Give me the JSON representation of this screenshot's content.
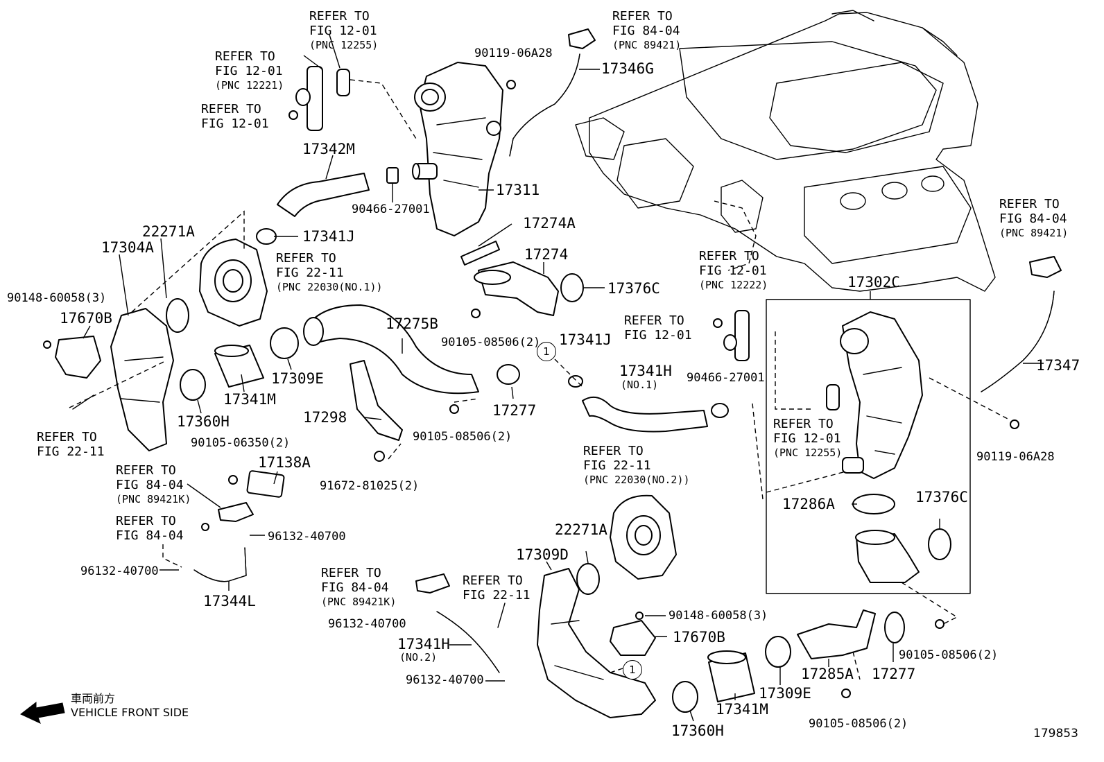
{
  "figure_id": "179853",
  "orientation": {
    "jp": "車両前方",
    "en": "VEHICLE FRONT SIDE"
  },
  "callout": "1",
  "parts": {
    "p17346G": "17346G",
    "p90119a": "90119-06A28",
    "p17342M": "17342M",
    "p17311": "17311",
    "p90466a": "90466-27001",
    "p17341J_a": "17341J",
    "p22271A_a": "22271A",
    "p17304A": "17304A",
    "p90148a": "90148-60058(3)",
    "p17670B_a": "17670B",
    "p17274A": "17274A",
    "p17274": "17274",
    "p17376C_a": "17376C",
    "p90105a": "90105-08506(2)",
    "p17275B": "17275B",
    "p17309E_a": "17309E",
    "p17341M_a": "17341M",
    "p17360H_a": "17360H",
    "p17341J_b": "17341J",
    "p17341H_a": "17341H",
    "p17341H_a_sub": "(NO.1)",
    "p90466b": "90466-27001",
    "p17302C": "17302C",
    "p17347": "17347",
    "p90119b": "90119-06A28",
    "p17277_a": "17277",
    "p17298": "17298",
    "p90105b": "90105-08506(2)",
    "p90105c": "90105-06350(2)",
    "p17138A": "17138A",
    "p91672": "91672-81025(2)",
    "p96132a": "96132-40700",
    "p96132b": "96132-40700",
    "p17344L": "17344L",
    "p17286A": "17286A",
    "p17376C_b": "17376C",
    "p22271A_b": "22271A",
    "p17309D": "17309D",
    "p90148b": "90148-60058(3)",
    "p17670B_b": "17670B",
    "p96132c": "96132-40700",
    "p17341H_b": "17341H",
    "p17341H_b_sub": "(NO.2)",
    "p96132d": "96132-40700",
    "p17360H_b": "17360H",
    "p17341M_b": "17341M",
    "p17309E_b": "17309E",
    "p17285A": "17285A",
    "p17277_b": "17277",
    "p90105d": "90105-08506(2)",
    "p90105e": "90105-08506(2)"
  },
  "refs": {
    "r1": [
      "REFER TO",
      "FIG 12-01",
      "(PNC 12255)"
    ],
    "r2": [
      "REFER TO",
      "FIG 84-04",
      "(PNC 89421)"
    ],
    "r3": [
      "REFER TO",
      "FIG 12-01",
      "(PNC 12221)"
    ],
    "r4": [
      "REFER TO",
      "FIG 12-01"
    ],
    "r5": [
      "REFER TO",
      "FIG 22-11",
      "(PNC 22030(NO.1))"
    ],
    "r6": [
      "REFER TO",
      "FIG 12-01",
      "(PNC 12222)"
    ],
    "r7": [
      "REFER TO",
      "FIG 12-01"
    ],
    "r8": [
      "REFER TO",
      "FIG 84-04",
      "(PNC 89421)"
    ],
    "r9": [
      "REFER TO",
      "FIG 12-01",
      "(PNC 12255)"
    ],
    "r10": [
      "REFER TO",
      "FIG 22-11"
    ],
    "r11": [
      "REFER TO",
      "FIG 84-04",
      "(PNC 89421K)"
    ],
    "r12": [
      "REFER TO",
      "FIG 84-04"
    ],
    "r13": [
      "REFER TO",
      "FIG 22-11",
      "(PNC 22030(NO.2))"
    ],
    "r14": [
      "REFER TO",
      "FIG 84-04",
      "(PNC 89421K)"
    ],
    "r15": [
      "REFER TO",
      "FIG 22-11"
    ]
  }
}
